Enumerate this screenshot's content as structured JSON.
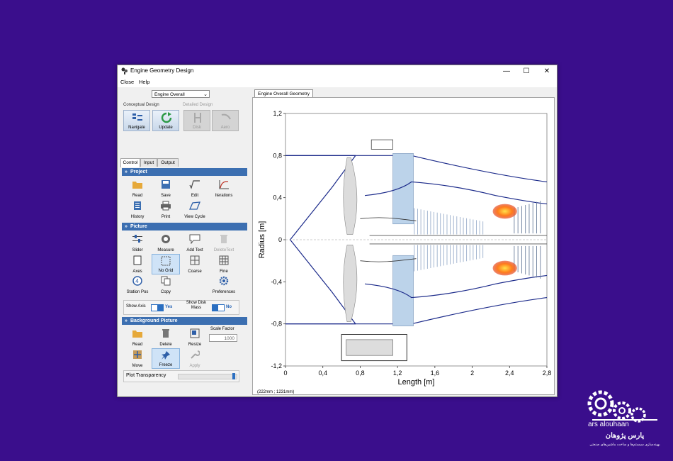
{
  "window": {
    "title": "Engine Geometry Design",
    "controls": {
      "minimize": "—",
      "maximize": "☐",
      "close": "✕"
    }
  },
  "menu": {
    "items": [
      "Close",
      "Help"
    ]
  },
  "combo": {
    "value": "Engine Overall"
  },
  "design": {
    "conceptual_label": "Conceptual Design",
    "detailed_label": "Detailed Design",
    "buttons": [
      "Navigate",
      "Update",
      "Disk",
      "Aero"
    ]
  },
  "tabs": [
    "Control",
    "Input",
    "Output"
  ],
  "project": {
    "title": "Project",
    "tools": [
      "Read",
      "Save",
      "Edit",
      "Iterations",
      "History",
      "Print",
      "View Cycle"
    ]
  },
  "picture": {
    "title": "Picture",
    "tools": [
      "Slider",
      "Measure",
      "Add Text",
      "DeleteText",
      "Axes",
      "No Grid",
      "Coarse",
      "Fine",
      "Station Pos",
      "Copy",
      "Preferences"
    ],
    "show_axis_label": "Show Axis",
    "show_axis_state": "Yes",
    "show_disk_mass_label": "Show Disk Mass",
    "show_disk_mass_state": "No"
  },
  "background": {
    "title": "Background Picture",
    "tools": [
      "Read",
      "Delete",
      "Resize",
      "Move",
      "Freeze",
      "Apply"
    ],
    "scale_factor_label": "Scale Factor",
    "scale_factor_value": "1000",
    "plot_transparency_label": "Plot Transparency",
    "plot_transparency_level": 0.97
  },
  "document_tab": "Engine Overall Geometry",
  "status": "(222mm ; 1231mm)",
  "chart_data": {
    "type": "line",
    "xlabel": "Length [m]",
    "ylabel": "Radius [m]",
    "xlim": [
      0,
      2.8
    ],
    "ylim": [
      -1.2,
      1.2
    ],
    "x_ticks": [
      "0",
      "0,4",
      "0,8",
      "1,2",
      "1,6",
      "2",
      "2,4",
      "2,8"
    ],
    "y_ticks": [
      "1,2",
      "0,8",
      "0,4",
      "0",
      "-0,4",
      "-0,8",
      "-1,2"
    ],
    "grid": false
  },
  "colors": {
    "background": "#3a0e8c",
    "section_header": "#3c6fb1",
    "engine_outline": "#1b2a8a",
    "bypass_duct": "#bcd3ea"
  },
  "logo": {
    "latin": "ars   alouhaan",
    "persian": "پارس پژوهان",
    "tagline": "بهینه‌سازی سیستم‌ها و ساخت ماشین‌های صنعتی"
  }
}
